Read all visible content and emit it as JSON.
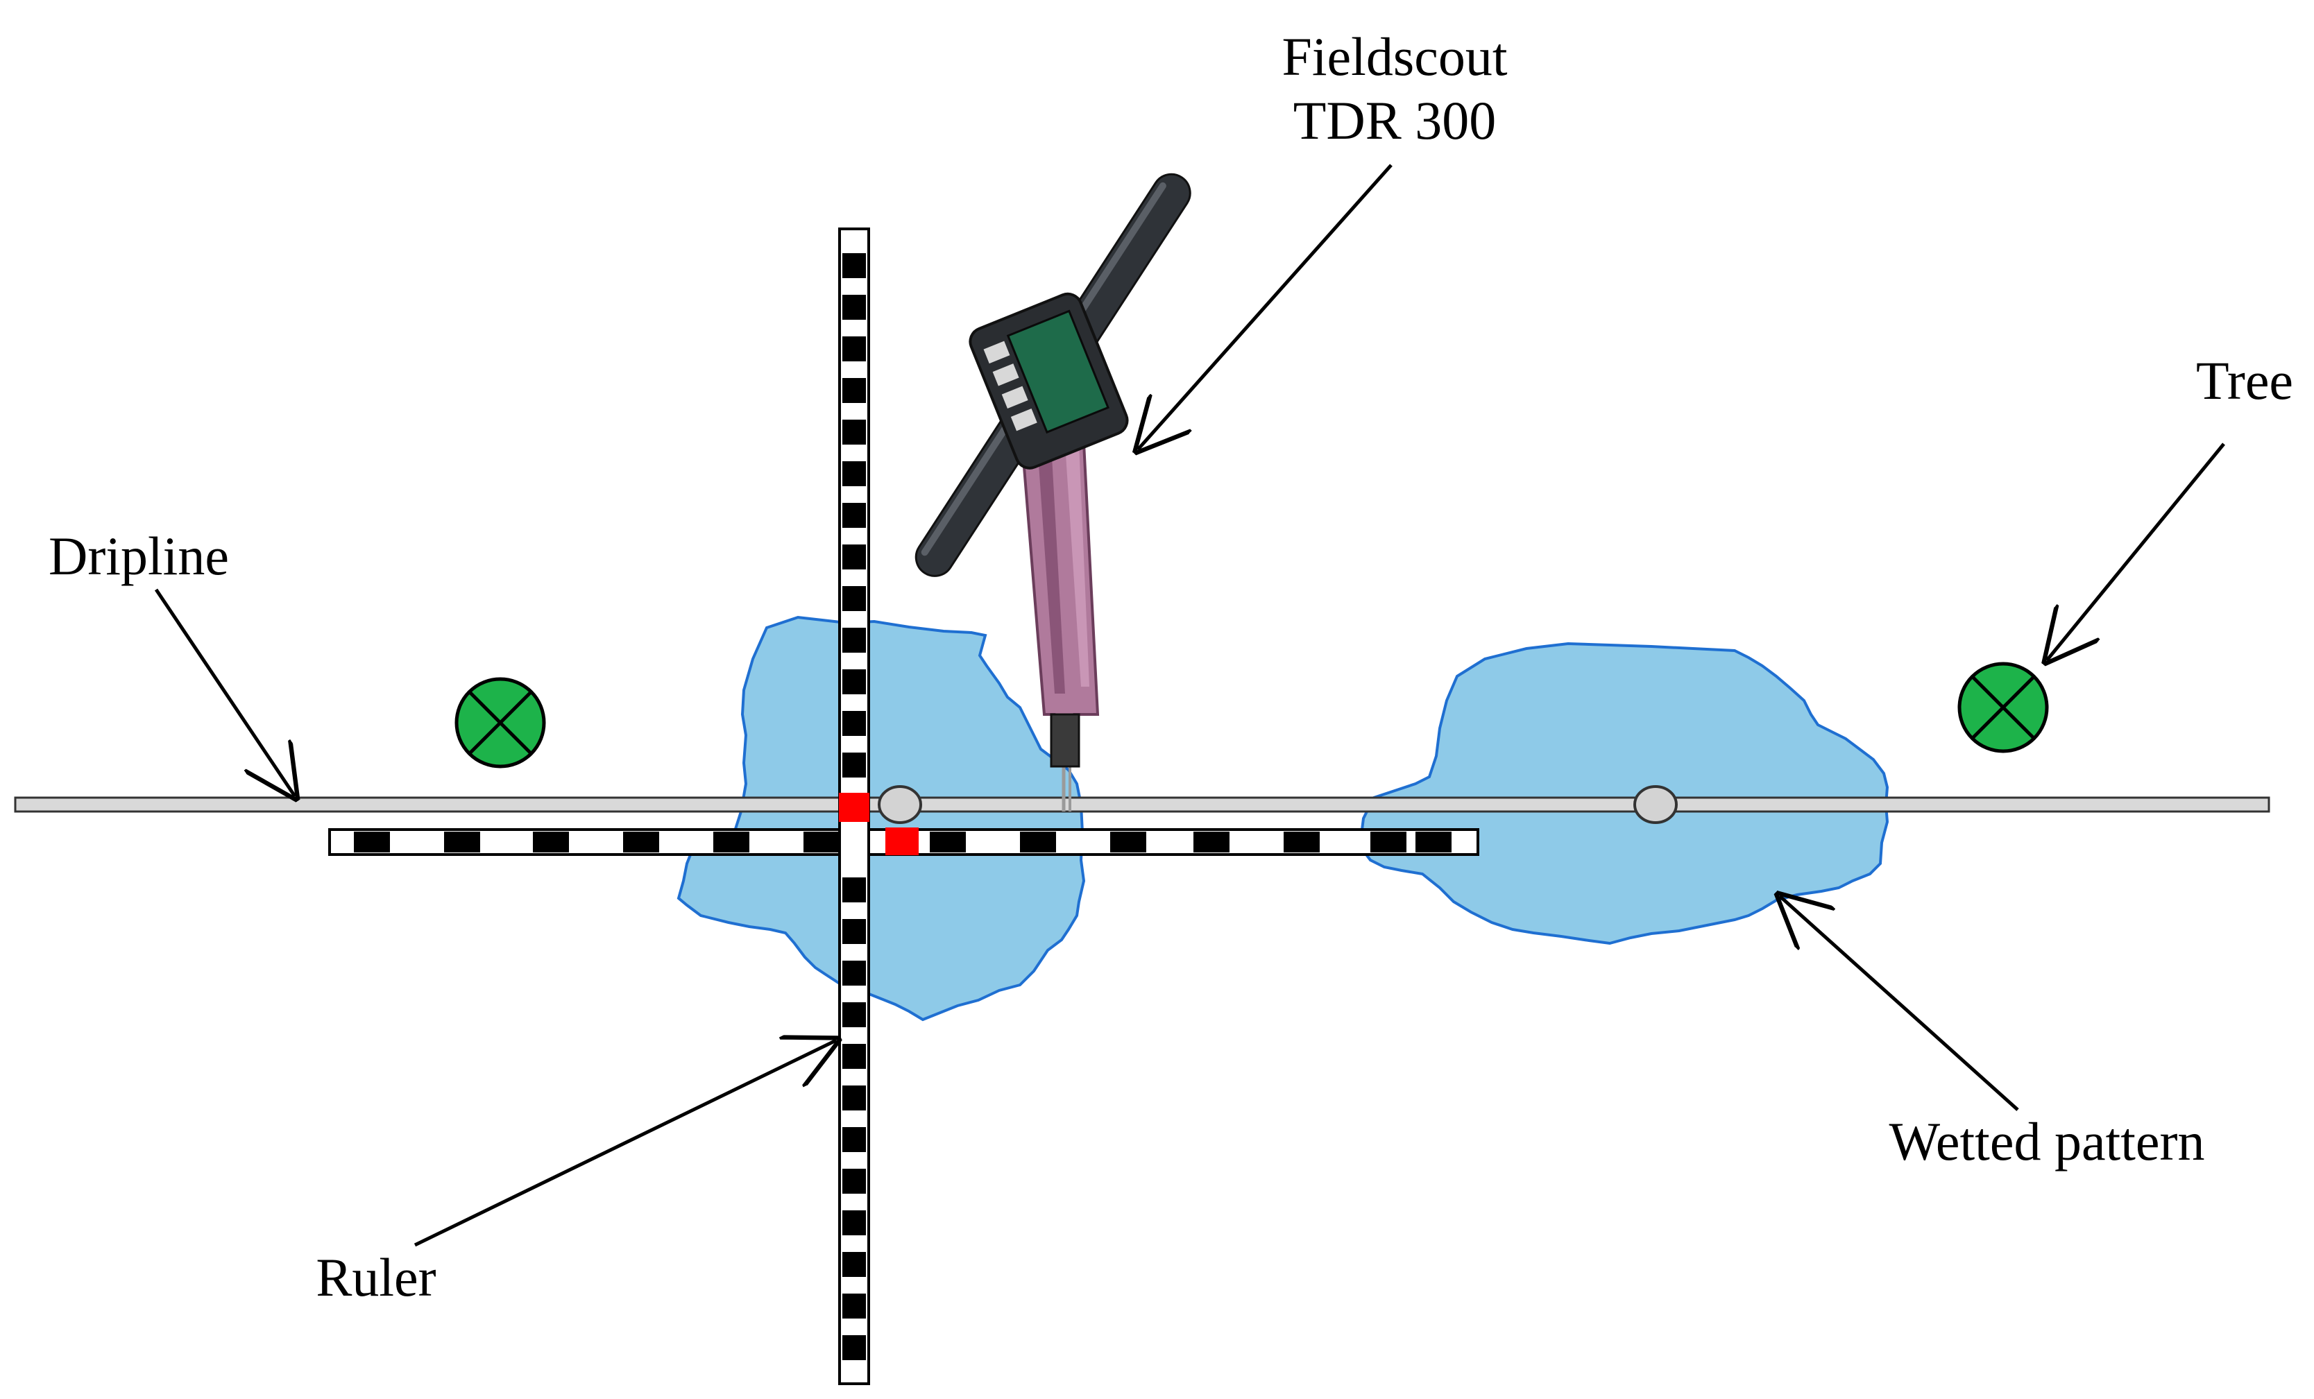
{
  "labels": {
    "device_line1": "Fieldscout",
    "device_line2": "TDR 300",
    "tree": "Tree",
    "dripline": "Dripline",
    "ruler": "Ruler",
    "wetted": "Wetted pattern"
  },
  "colors": {
    "water": "#8ecae8",
    "water_edge": "#1f6fd1",
    "tree_fill": "#1db34a",
    "pipe_fill": "#d9d9d9",
    "emitter_fill": "#d3d3d3",
    "marker": "#ff0000",
    "ruler_dark": "#000000",
    "ruler_light": "#ffffff",
    "probe_body": "#b07a9c",
    "probe_handle": "#2f3338"
  },
  "icons": {
    "tree_symbol": "circle-x-icon",
    "emitter_symbol": "ellipse-icon",
    "device_symbol": "tdr-probe-icon"
  }
}
